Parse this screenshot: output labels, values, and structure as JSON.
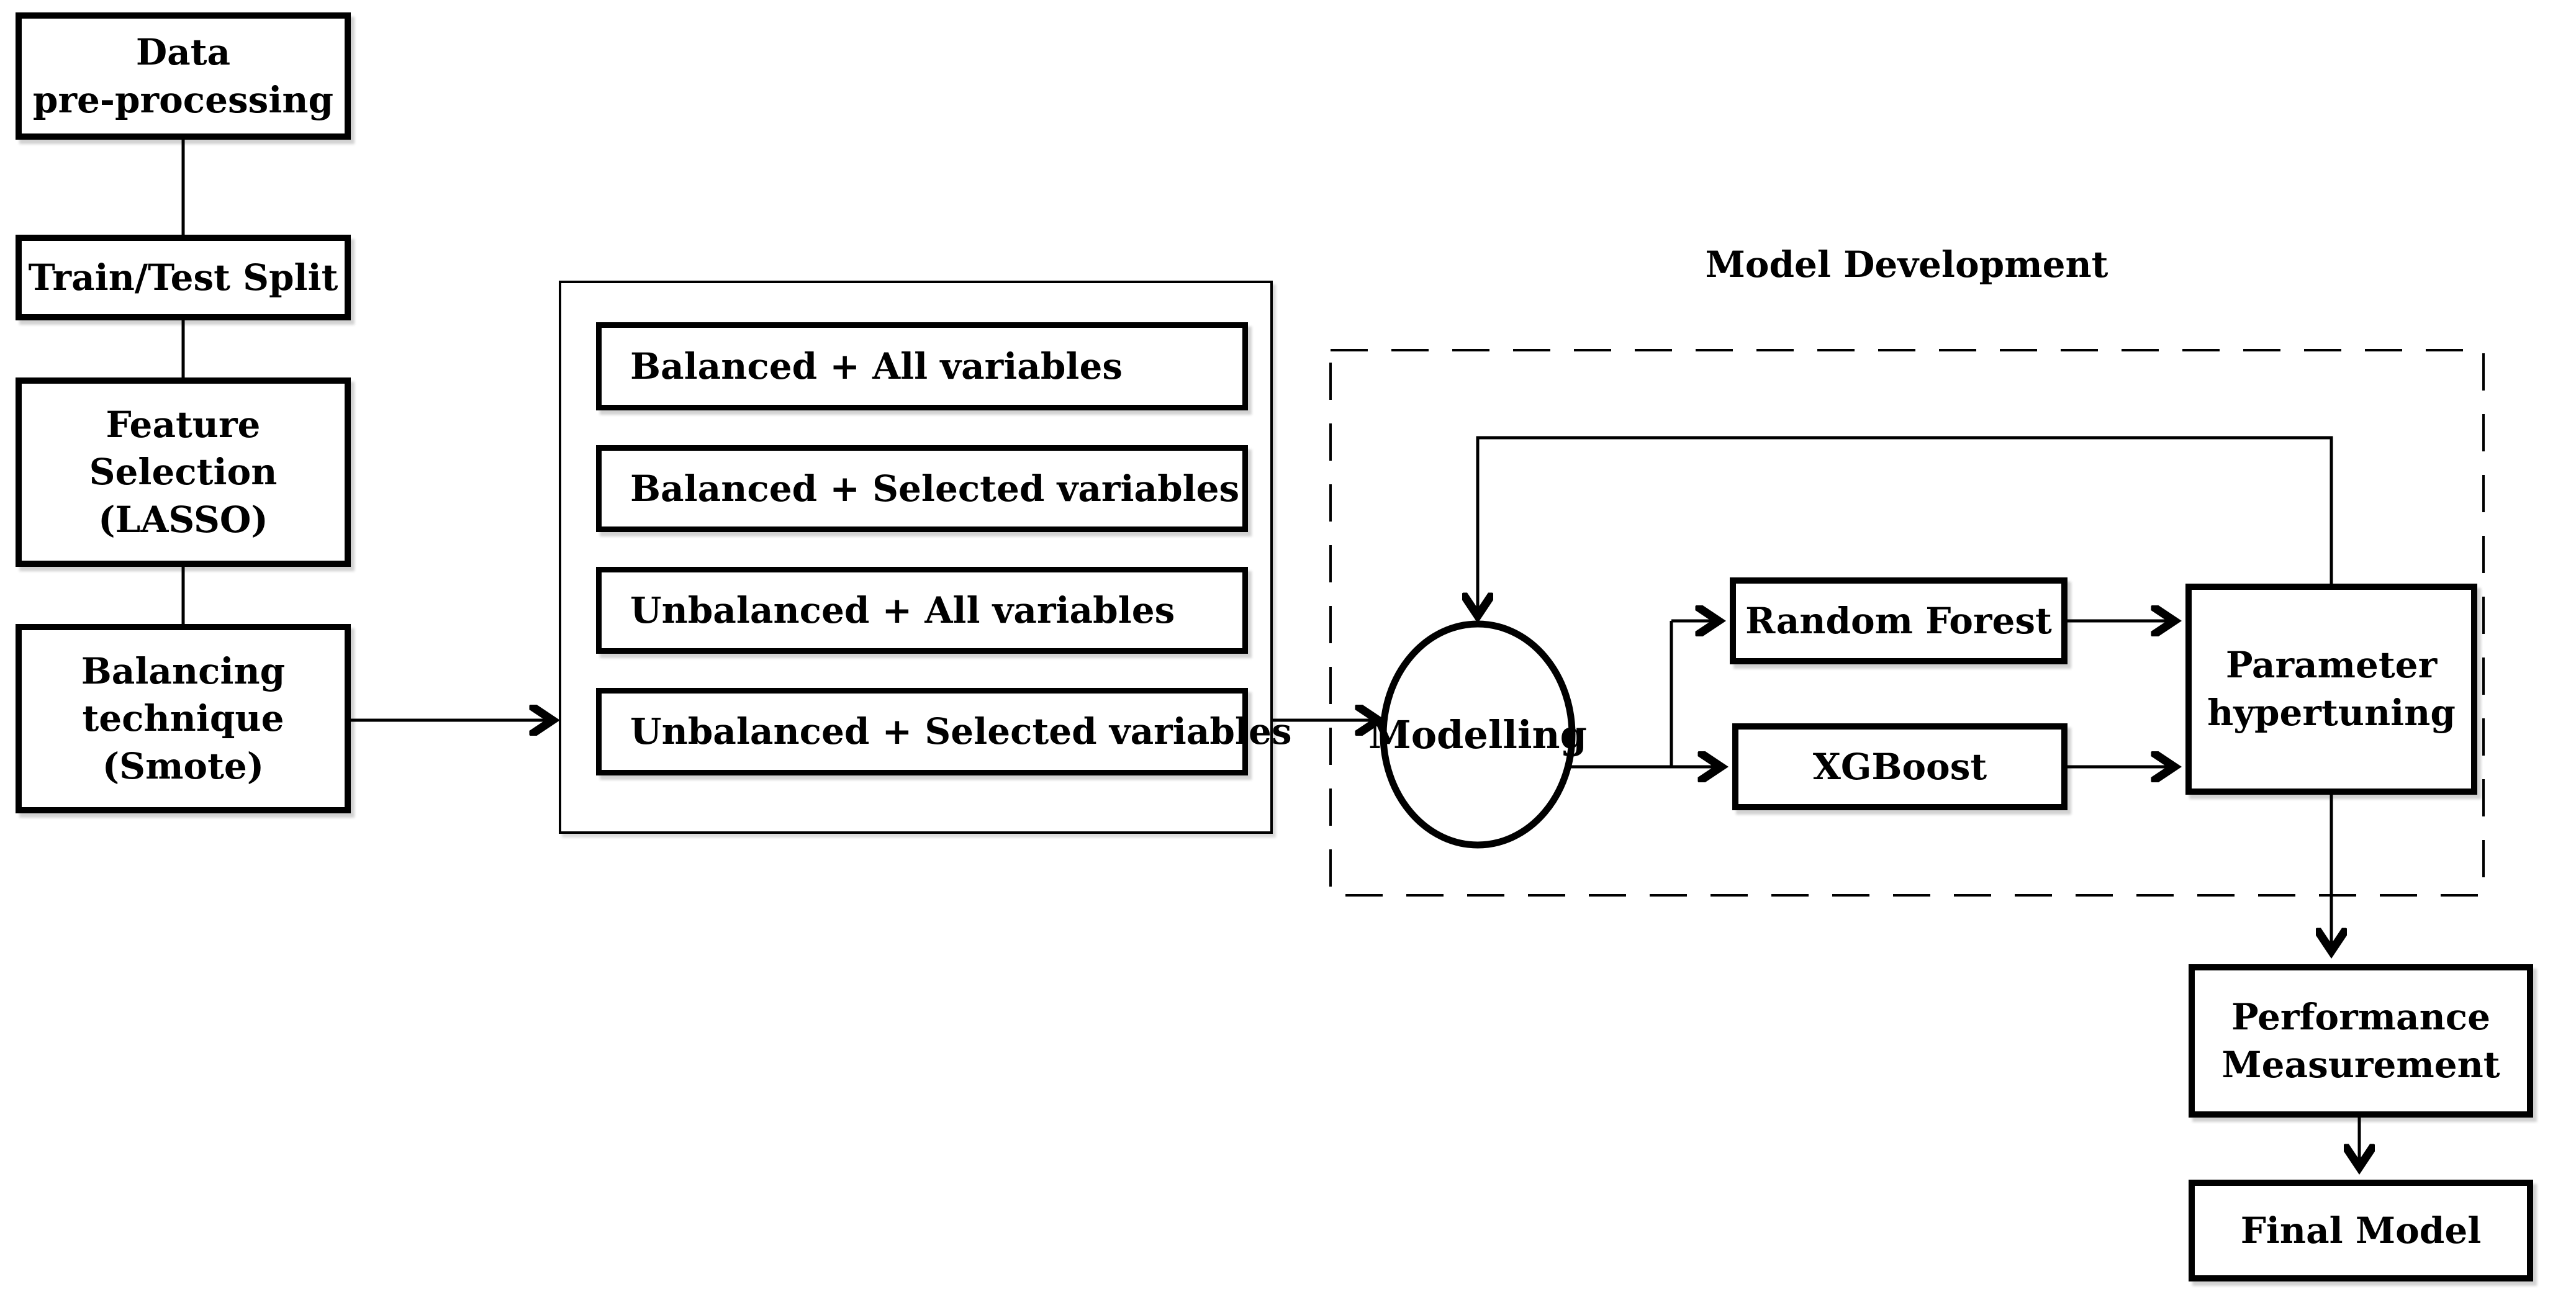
{
  "colors": {
    "ink": "#000000",
    "paper": "#ffffff"
  },
  "flow": {
    "preprocessing": {
      "lines": [
        "Data",
        "pre-processing"
      ]
    },
    "split": {
      "lines": [
        "Train/Test Split"
      ]
    },
    "feature_selection": {
      "lines": [
        "Feature",
        "Selection",
        "(LASSO)"
      ]
    },
    "balancing": {
      "lines": [
        "Balancing",
        "technique",
        "(Smote)"
      ]
    },
    "combos": [
      {
        "label": "Balanced + All variables"
      },
      {
        "label": "Balanced + Selected variables"
      },
      {
        "label": "Unbalanced + All variables"
      },
      {
        "label": "Unbalanced + Selected variables"
      }
    ],
    "model_development": {
      "title": "Model Development",
      "modelling": {
        "label": "Modelling"
      },
      "random_forest": {
        "label": "Random Forest"
      },
      "xgboost": {
        "label": "XGBoost"
      },
      "parameter_hypertuning": {
        "lines": [
          "Parameter",
          "hypertuning"
        ]
      }
    },
    "performance": {
      "lines": [
        "Performance",
        "Measurement"
      ]
    },
    "final_model": {
      "label": "Final Model"
    }
  }
}
